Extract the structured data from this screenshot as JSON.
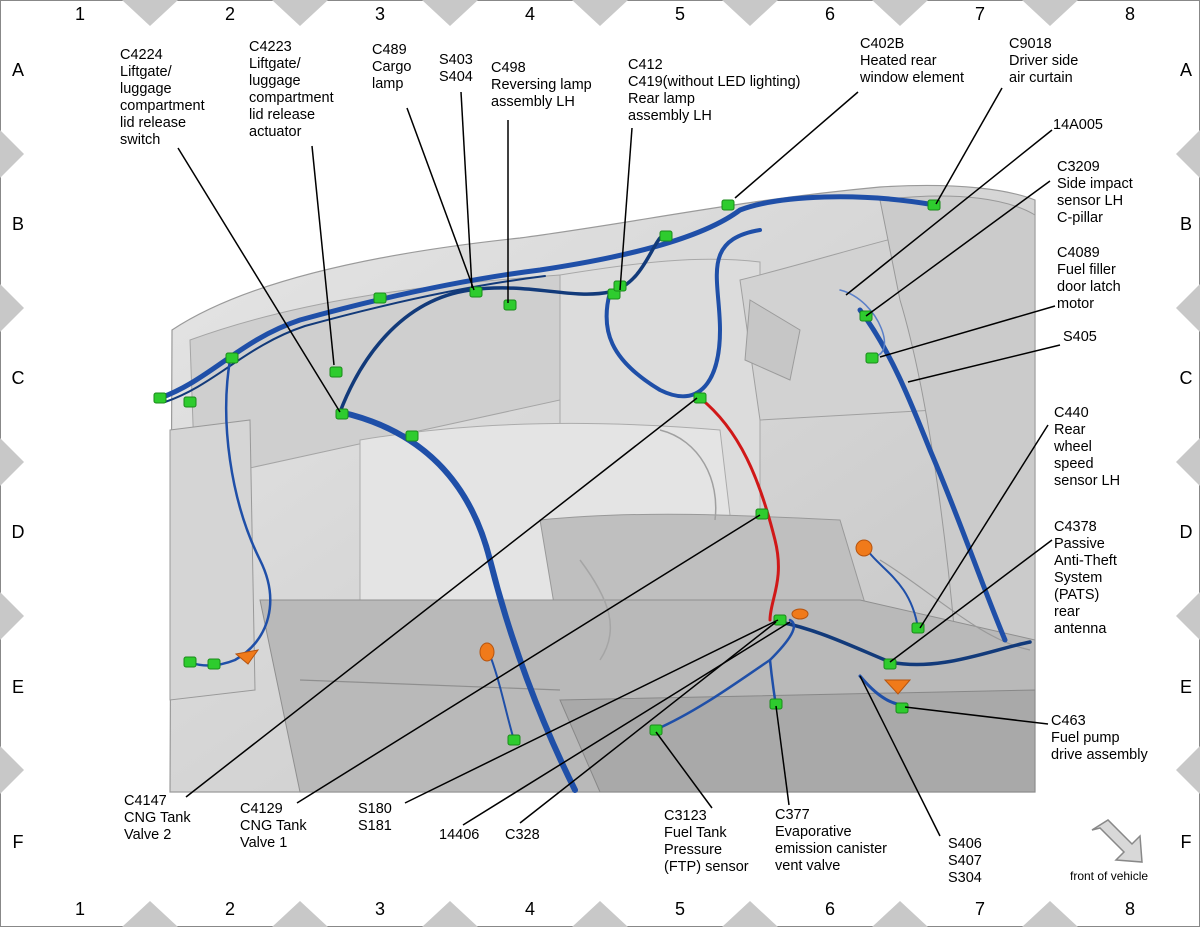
{
  "grid": {
    "columns": [
      "1",
      "2",
      "3",
      "4",
      "5",
      "6",
      "7",
      "8"
    ],
    "rows": [
      "A",
      "B",
      "C",
      "D",
      "E",
      "F"
    ]
  },
  "labels": {
    "c4224": "C4224\nLiftgate/\nluggage\ncompartment\nlid release\nswitch",
    "c4223": "C4223\nLiftgate/\nluggage\ncompartment\nlid release\nactuator",
    "c489": "C489\nCargo\nlamp",
    "s403": "S403\nS404",
    "c498": "C498\nReversing lamp\nassembly LH",
    "c412": "C412\nC419(without LED lighting)\nRear lamp\nassembly LH",
    "c402b": "C402B\nHeated rear\nwindow element",
    "c9018": "C9018\nDriver side\nair curtain",
    "a14a005": "14A005",
    "c3209": "C3209\nSide impact\nsensor LH\nC-pillar",
    "c4089": "C4089\nFuel filler\ndoor latch\nmotor",
    "s405": "S405",
    "c440": "C440\nRear\nwheel\nspeed\nsensor LH",
    "c4378": "C4378\nPassive\nAnti-Theft\nSystem\n(PATS)\nrear\nantenna",
    "c463": "C463\nFuel pump\ndrive assembly",
    "c4147": "C4147\nCNG Tank\nValve 2",
    "c4129": "C4129\nCNG Tank\nValve 1",
    "s180": "S180\nS181",
    "a14406": "14406",
    "c328": "C328",
    "c3123": "C3123\nFuel Tank\nPressure\n(FTP) sensor",
    "c377": "C377\nEvaporative\nemission canister\nvent valve",
    "s406": "S406\nS407\nS304"
  },
  "front_of_vehicle": "front of vehicle",
  "colors": {
    "harness": "#1f4fa8",
    "harness_dark": "#123a7a",
    "fuel_harness": "#d01818",
    "connector": "#2ecc2e",
    "grommet": "#f07a1a",
    "body": "#d9d9d9",
    "frame_marker": "#c8c8c8"
  }
}
